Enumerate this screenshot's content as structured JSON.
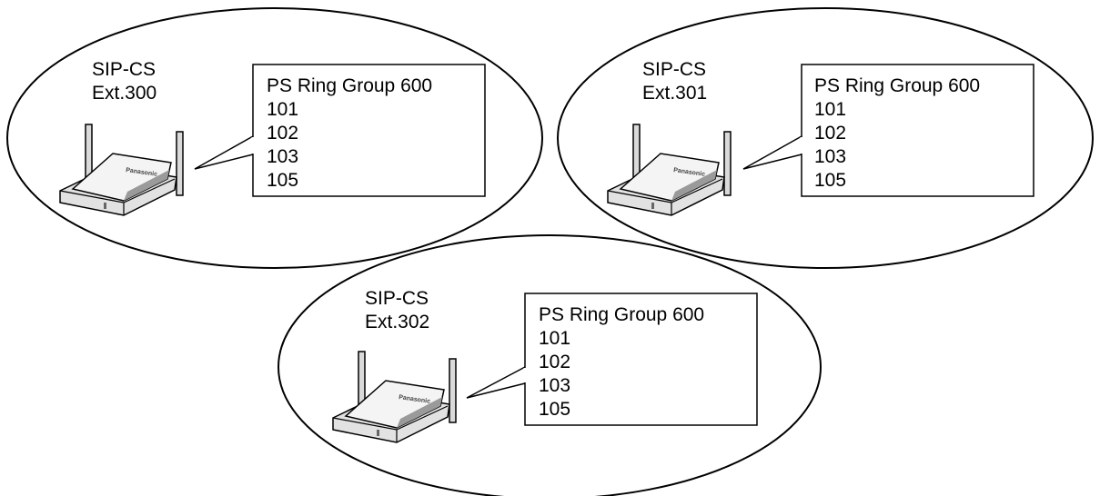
{
  "cells": [
    {
      "device": "SIP-CS",
      "extension": "Ext.300",
      "brand": "Panasonic",
      "group_title": "PS Ring Group 600",
      "members": [
        "101",
        "102",
        "103",
        "105"
      ]
    },
    {
      "device": "SIP-CS",
      "extension": "Ext.301",
      "brand": "Panasonic",
      "group_title": "PS Ring Group 600",
      "members": [
        "101",
        "102",
        "103",
        "105"
      ]
    },
    {
      "device": "SIP-CS",
      "extension": "Ext.302",
      "brand": "Panasonic",
      "group_title": "PS Ring Group 600",
      "members": [
        "101",
        "102",
        "103",
        "105"
      ]
    }
  ],
  "colors": {
    "outline": "#000000",
    "device_body": "#e2e2e2",
    "device_top": "#f4f4f4",
    "device_shadow": "#9a9a9a"
  }
}
